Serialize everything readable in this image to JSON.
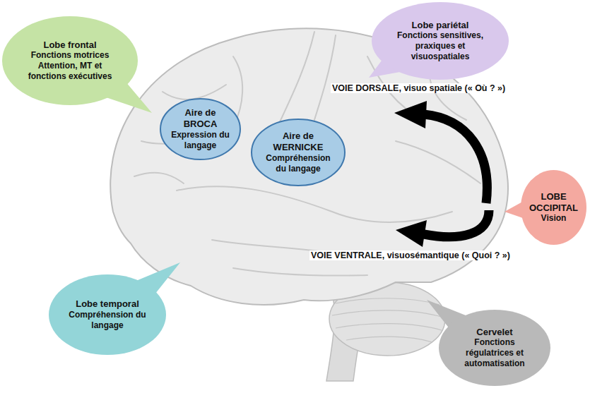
{
  "diagram": {
    "nodes": [
      {
        "text": [
          "Lobe frontal",
          "Fonctions motrices Attention, MT et fonctions exécutives"
        ]
      },
      {
        "text": [
          "Lobe pariétal",
          "Fonctions sensitives, praxiques et visuospatiales"
        ]
      },
      {
        "text": [
          "Aire de BROCA",
          "Expression du langage"
        ]
      },
      {
        "text": [
          "Aire de WERNICKE",
          "Compréhension du langage"
        ]
      },
      {
        "text": [
          "LOBE OCCIPITAL",
          "Vision"
        ]
      },
      {
        "text": [
          "Lobe temporal",
          "Compréhension du langage"
        ]
      },
      {
        "text": [
          "Cervelet",
          "Fonctions régulatrices et automatisation"
        ]
      }
    ],
    "labels": [
      "VOIE DORSALE, visuo spatiale (« Où ? »)",
      "VOIE VENTRALE, visuosémantique (« Quoi ? »)"
    ]
  }
}
